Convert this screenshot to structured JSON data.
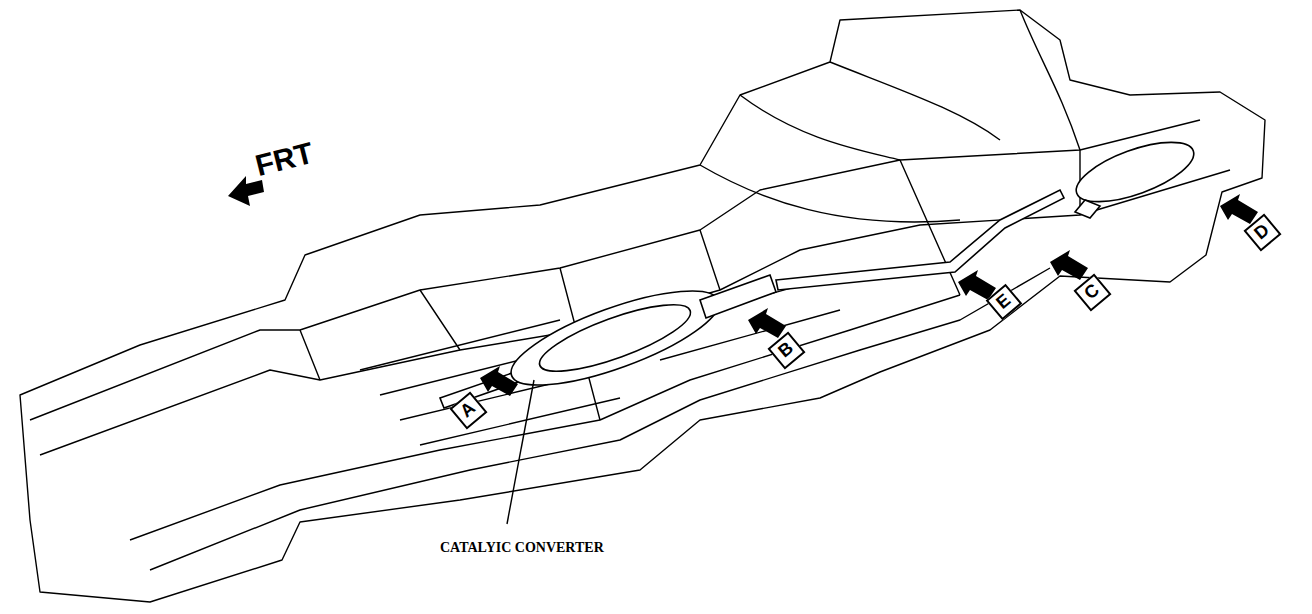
{
  "diagram": {
    "nodes": [
      {
        "text": [
          "A"
        ]
      },
      {
        "text": [
          "B"
        ]
      },
      {
        "text": [
          "C"
        ]
      },
      {
        "text": [
          "D"
        ]
      },
      {
        "text": [
          "E"
        ]
      }
    ],
    "labels": [
      "FRT",
      "CATALYIC CONVERTER"
    ]
  }
}
